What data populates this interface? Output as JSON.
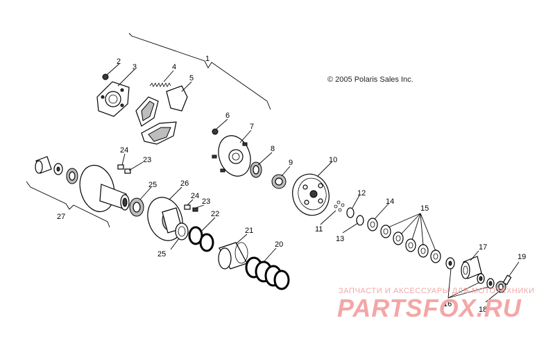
{
  "copyright": "© 2005 Polaris Sales Inc.",
  "watermark": {
    "tagline": "ЗАПЧАСТИ И АКСЕССУАРЫ ДЛЯ МОТОТЕХНИКИ",
    "brand": "PARTSFOX.RU",
    "color": "#f4a6a6"
  },
  "callouts": {
    "c1": "1",
    "c2": "2",
    "c3": "3",
    "c4": "4",
    "c5": "5",
    "c6": "6",
    "c7": "7",
    "c8": "8",
    "c9": "9",
    "c10": "10",
    "c11": "11",
    "c12": "12",
    "c13": "13",
    "c14": "14",
    "c15": "15",
    "c16": "16",
    "c17": "17",
    "c18": "18",
    "c19": "19",
    "c20": "20",
    "c21": "21",
    "c22a": "22",
    "c23a": "23",
    "c23b": "23",
    "c24a": "24",
    "c24b": "24",
    "c25a": "25",
    "c25b": "25",
    "c26": "26",
    "c27": "27"
  }
}
